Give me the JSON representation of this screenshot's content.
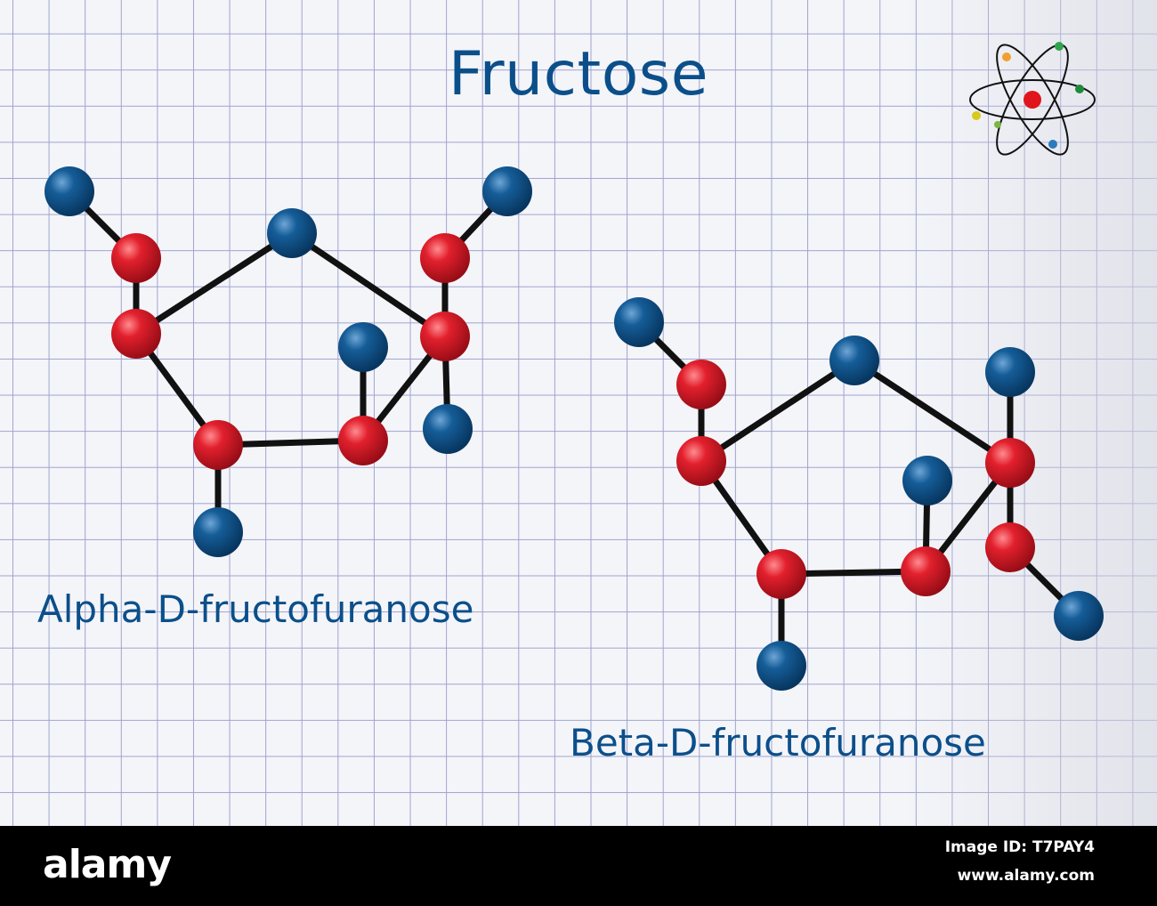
{
  "title": "Fructose",
  "molecules": [
    {
      "label": "Alpha-D-fructofuranose"
    },
    {
      "label": "Beta-D-fructofuranose"
    }
  ],
  "icon": "atom-icon",
  "footer": {
    "brand": "alamy",
    "image_id": "Image ID: T7PAY4",
    "site": "www.alamy.com"
  },
  "colors": {
    "text": "#0b4f8a",
    "carbon_atom": "#d81e2c",
    "oxygen_atom": "#0d5489",
    "bond": "#111111",
    "grid_line": "#9fa3cf",
    "paper": "#f4f5f9"
  }
}
